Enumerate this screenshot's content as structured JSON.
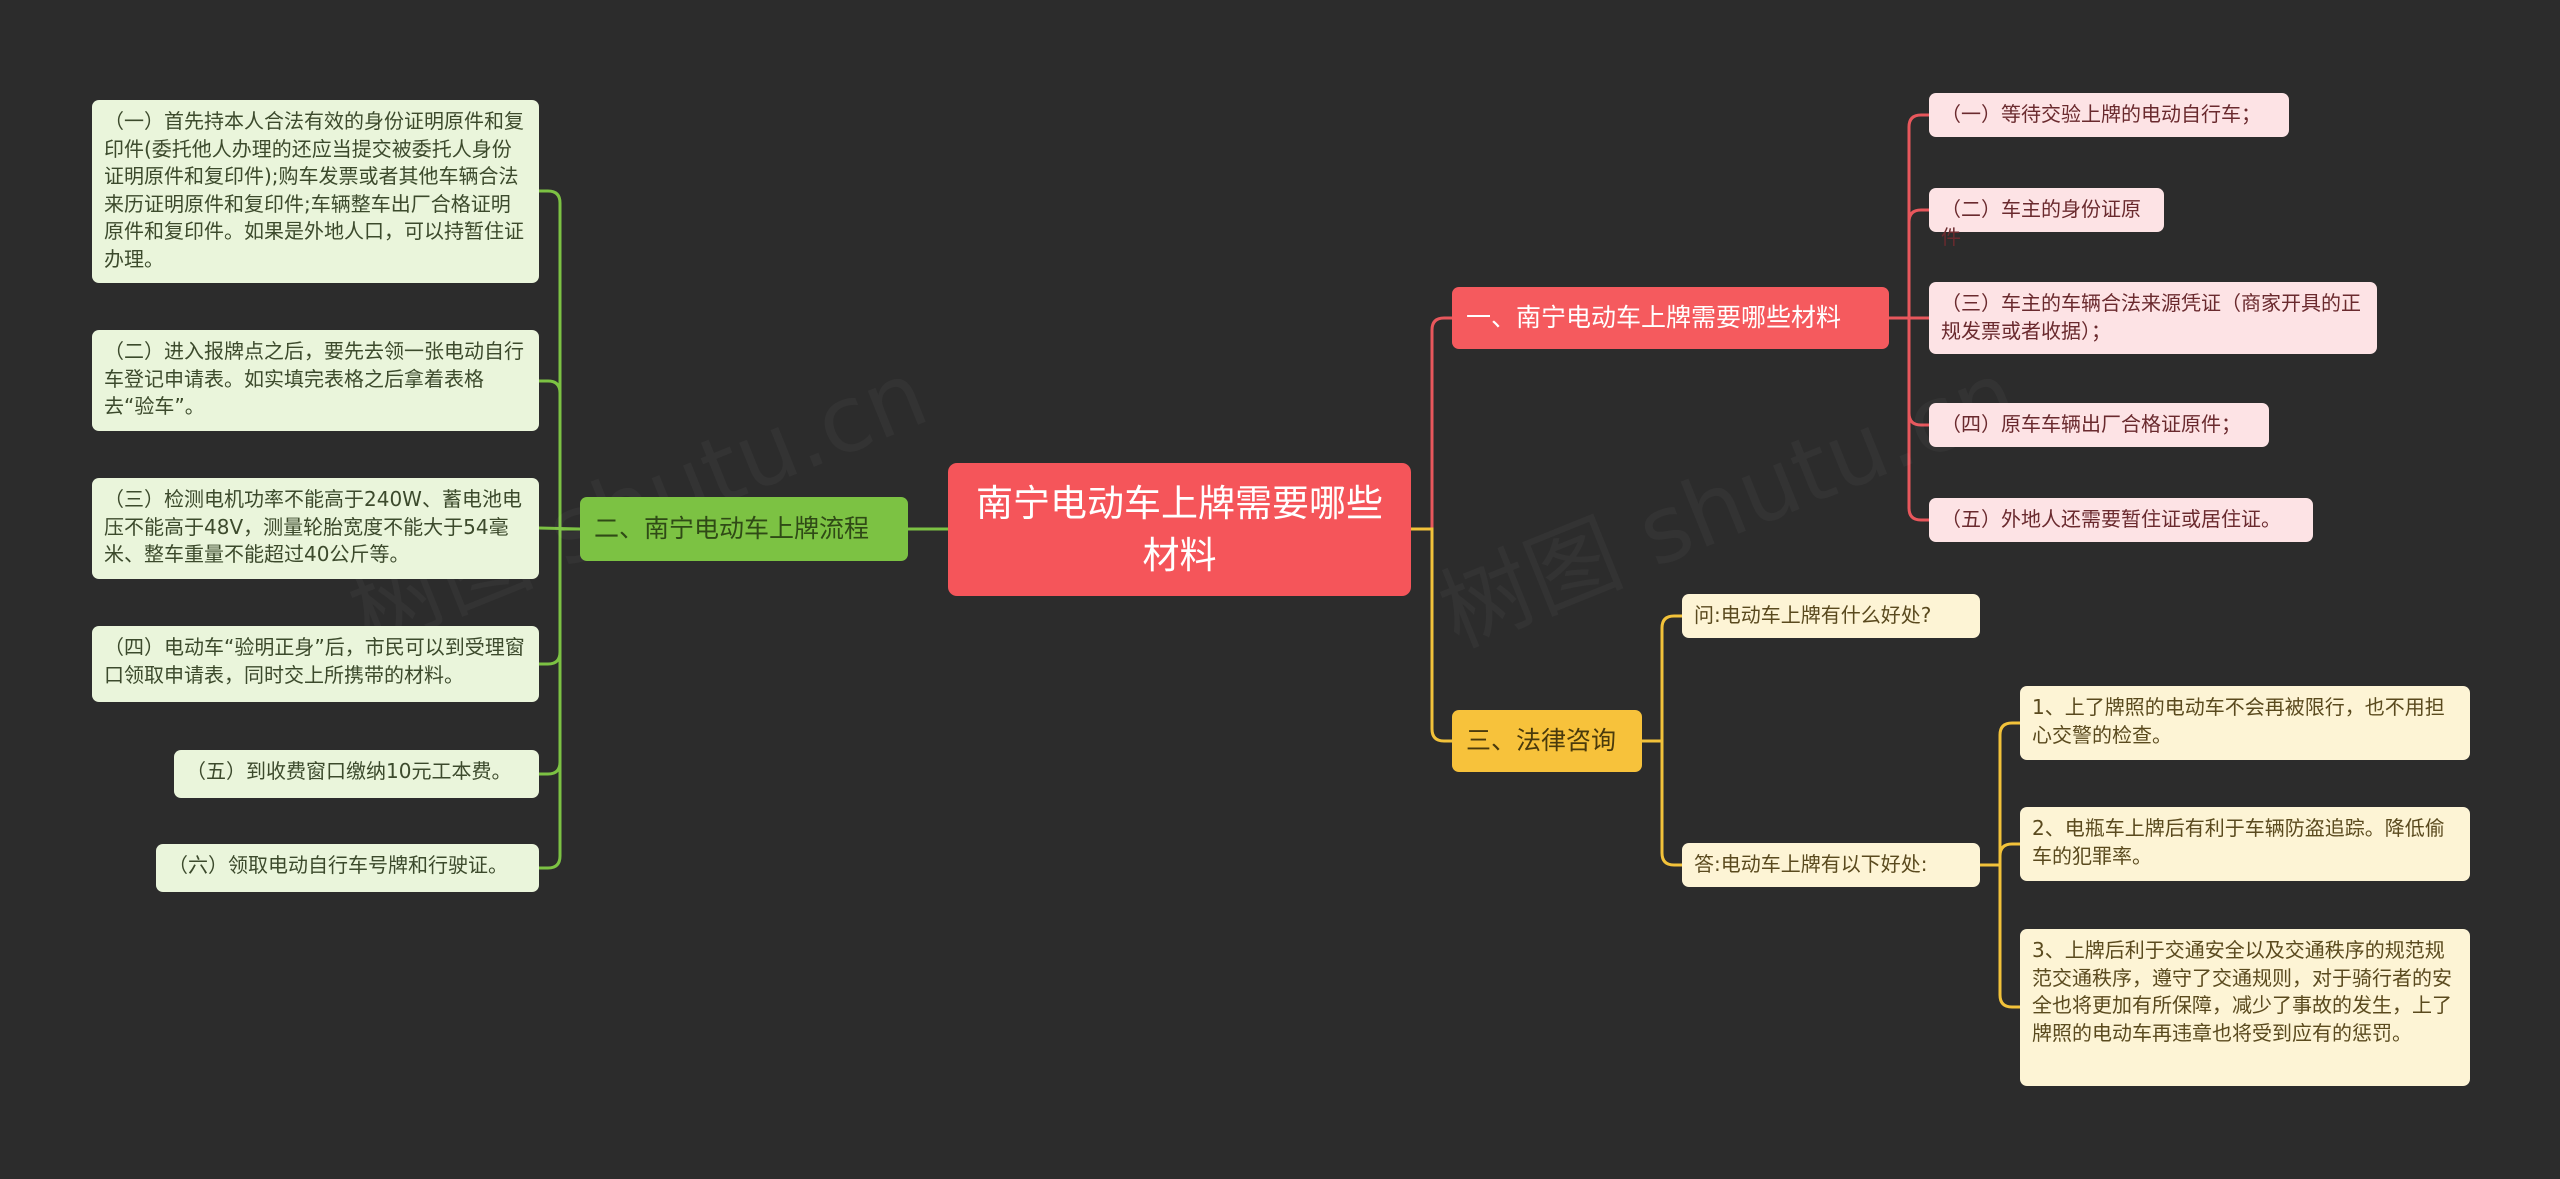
{
  "mindmap": {
    "central": "南宁电动车上牌需要哪些材料",
    "branch1": {
      "label": "一、南宁电动车上牌需要哪些材料",
      "items": [
        "（一）等待交验上牌的电动自行车；",
        "（二）车主的身份证原件",
        "（三）车主的车辆合法来源凭证（商家开具的正规发票或者收据）；",
        "（四）原车车辆出厂合格证原件；",
        "（五）外地人还需要暂住证或居住证。"
      ]
    },
    "branch2": {
      "label": "二、南宁电动车上牌流程",
      "items": [
        "（一）首先持本人合法有效的身份证明原件和复印件(委托他人办理的还应当提交被委托人身份证明原件和复印件);购车发票或者其他车辆合法来历证明原件和复印件;车辆整车出厂合格证明原件和复印件。如果是外地人口，可以持暂住证办理。",
        "（二）进入报牌点之后，要先去领一张电动自行车登记申请表。如实填完表格之后拿着表格去“验车”。",
        "（三）检测电机功率不能高于240W、蓄电池电压不能高于48V，测量轮胎宽度不能大于54毫米、整车重量不能超过40公斤等。",
        "（四）电动车“验明正身”后，市民可以到受理窗口领取申请表，同时交上所携带的材料。",
        "（五）到收费窗口缴纳10元工本费。",
        "（六）领取电动自行车号牌和行驶证。"
      ]
    },
    "branch3": {
      "label": "三、法律咨询",
      "question": "问:电动车上牌有什么好处?",
      "answer": "答:电动车上牌有以下好处:",
      "answer_items": [
        "1、上了牌照的电动车不会再被限行，也不用担心交警的检查。",
        "2、电瓶车上牌后有利于车辆防盗追踪。降低偷车的犯罪率。",
        "3、上牌后利于交通安全以及交通秩序的规范规范交通秩序，遵守了交通规则，对于骑行者的安全也将更加有所保障，减少了事故的发生，上了牌照的电动车再违章也将受到应有的惩罚。"
      ]
    },
    "watermark": "树图 shutu.cn"
  },
  "colors": {
    "background": "#2c2c2c",
    "central": "#f5555a",
    "branch1": "#f55a5e",
    "branch2": "#7cc243",
    "branch3": "#f7c23b",
    "branch1_link": "#e8575c",
    "branch2_link": "#7cc243",
    "branch3_link": "#f2c23a"
  }
}
